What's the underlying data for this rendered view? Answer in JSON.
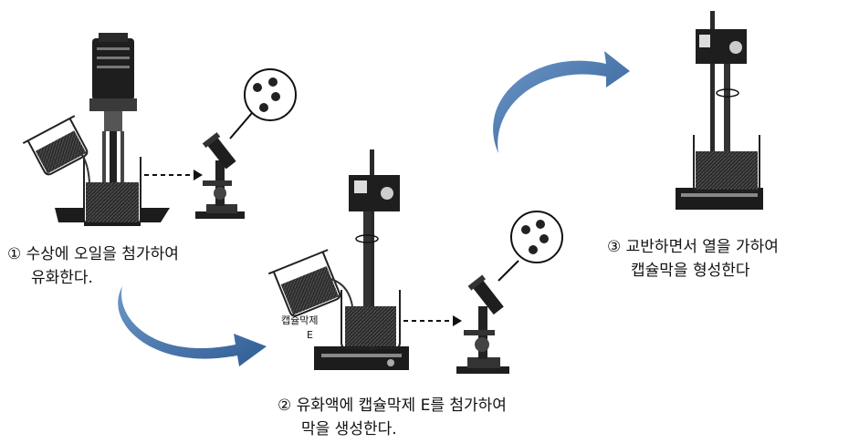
{
  "steps": [
    {
      "number": "①",
      "line1": "수상에 오일을 첨가하여",
      "line2": "유화한다."
    },
    {
      "number": "②",
      "line1": "유화액에 캡슐막제 E를 첨가하여",
      "line2": "막을 생성한다."
    },
    {
      "number": "③",
      "line1": "교반하면서 열을 가하여",
      "line2": "캡슐막을 형성한다"
    }
  ],
  "labels": {
    "capsule_agent": "캡슐막제",
    "capsule_agent_letter": "E"
  },
  "colors": {
    "arrow_fill": "#3f6fa8",
    "arrow_highlight": "#6d98c9",
    "ink": "#111111"
  }
}
